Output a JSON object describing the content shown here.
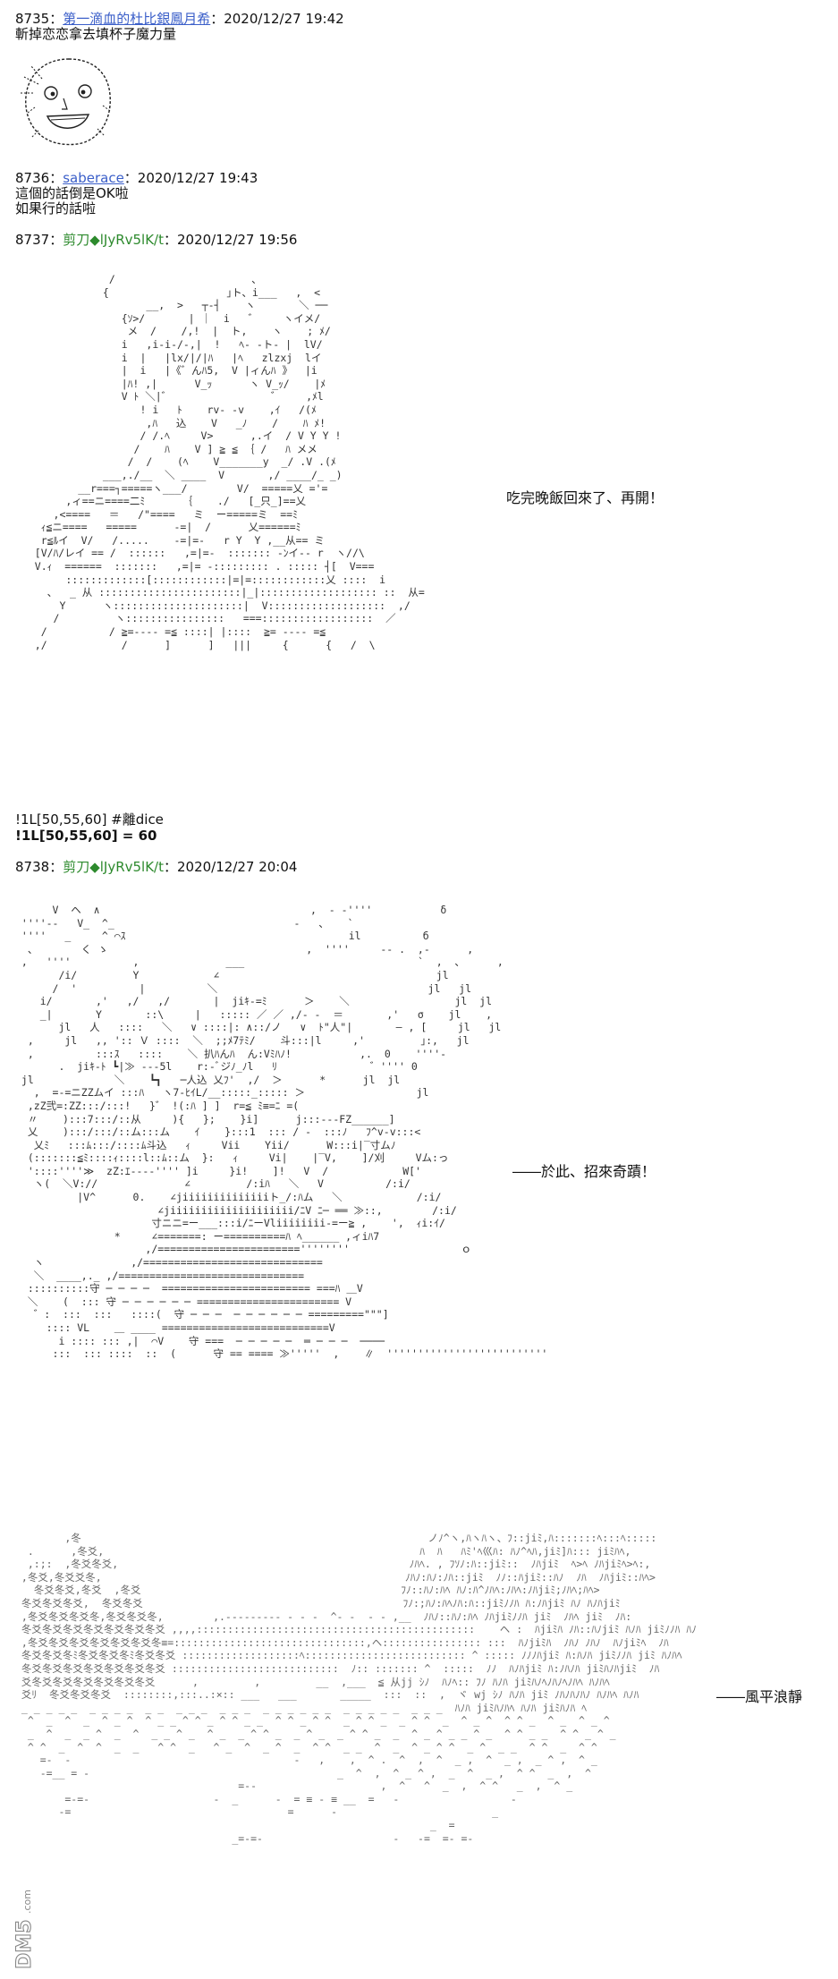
{
  "posts": [
    {
      "number": "8735",
      "separator": "：",
      "name": "第一滴血的杜比銀鳳月希",
      "datetime": "：2020/12/27 19:42",
      "body": "斬掉恋恋拿去填杯子魔力量"
    },
    {
      "number": "8736",
      "separator": "：",
      "name": "saberace",
      "datetime": "：2020/12/27 19:43",
      "body": "這個的話倒是OK啦\n如果行的話啦"
    },
    {
      "number": "8737",
      "separator": "：",
      "name": "剪刀◆lJyRv5lK/t",
      "datetime": "：2020/12/27 19:56",
      "body": "",
      "speech": "吃完晚飯回來了、再開！"
    },
    {
      "number": "8738",
      "separator": "：",
      "name": "剪刀◆lJyRv5lK/t",
      "datetime": "：2020/12/27 20:04",
      "body": "",
      "speech": "――於此、招來奇蹟！"
    }
  ],
  "dice": {
    "line1": "!1L[50,55,60] #離dice",
    "line2": "!1L[50,55,60] = 60"
  },
  "scene": {
    "speech": "――風平浪靜"
  },
  "watermark": {
    "text": "DM5.com"
  },
  "icons": {
    "face": "laughing-face-icon"
  }
}
